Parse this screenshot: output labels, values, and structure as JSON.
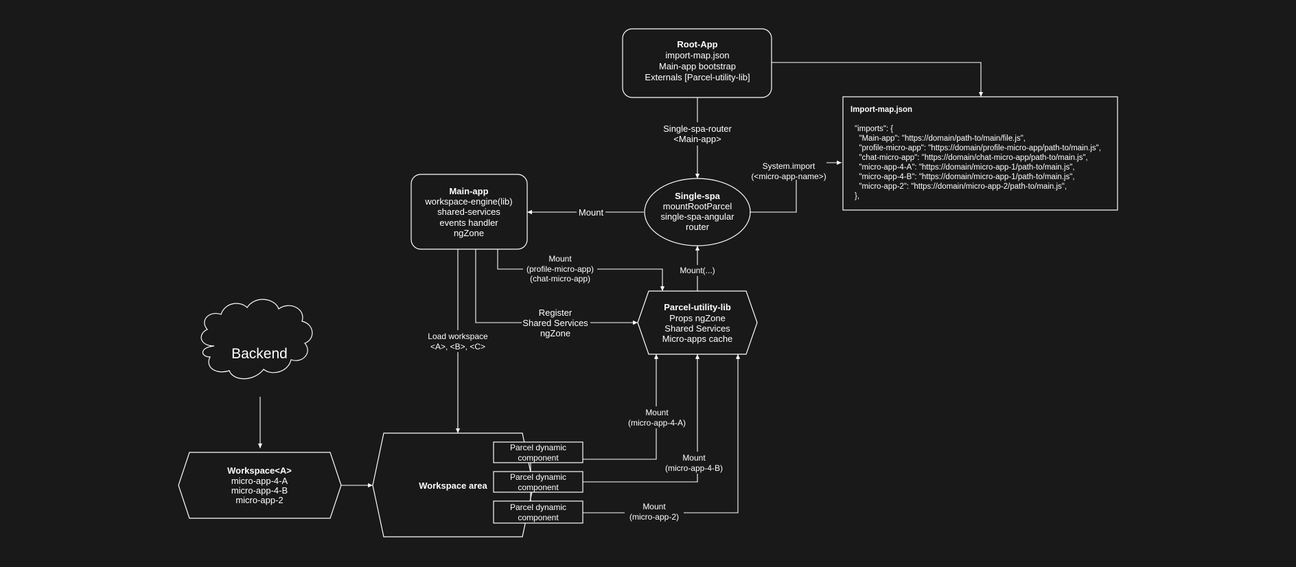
{
  "root_app": {
    "title": "Root-App",
    "lines": [
      "import-map.json",
      "Main-app bootstrap",
      "Externals [Parcel-utility-lib]"
    ]
  },
  "import_map": {
    "title": "Import-map.json",
    "lines": [
      "\"imports\": {",
      "  \"Main-app\": \"https://domain/path-to/main/file.js\",",
      "  \"profile-micro-app\": \"https://domain/profile-micro-app/path-to/main.js\",",
      "  \"chat-micro-app\": \"https://domain/chat-micro-app/path-to/main.js\",",
      "  \"micro-app-4-A\": \"https://domain/micro-app-1/path-to/main.js\",",
      "  \"micro-app-4-B\": \"https://domain/micro-app-1/path-to/main.js\",",
      "  \"micro-app-2\": \"https://domain/micro-app-2/path-to/main.js\",",
      "},"
    ]
  },
  "single_spa": {
    "title": "Single-spa",
    "lines": [
      "mountRootParcel",
      "single-spa-angular",
      "router"
    ]
  },
  "main_app": {
    "title": "Main-app",
    "lines": [
      "workspace-engine(lib)",
      "shared-services",
      "events handler",
      "ngZone"
    ]
  },
  "parcel_lib": {
    "title": "Parcel-utility-lib",
    "lines": [
      "Props ngZone",
      "Shared Services",
      "Micro-apps cache"
    ]
  },
  "backend": {
    "label": "Backend"
  },
  "workspace_a": {
    "title": "Workspace<A>",
    "lines": [
      "micro-app-4-A",
      "micro-app-4-B",
      "micro-app-2"
    ]
  },
  "workspace_area": {
    "label": "Workspace area"
  },
  "parcel_components": [
    {
      "lines": [
        "Parcel dynamic",
        "component"
      ]
    },
    {
      "lines": [
        "Parcel dynamic",
        "component"
      ]
    },
    {
      "lines": [
        "Parcel dynamic",
        "component"
      ]
    }
  ],
  "edge_labels": {
    "router": [
      "Single-spa-router",
      "<Main-app>"
    ],
    "system_import": [
      "System.import",
      "(<micro-app-name>)"
    ],
    "mount_main": [
      "Mount"
    ],
    "mount_profile": [
      "Mount",
      "(profile-micro-app)",
      "(chat-micro-app)"
    ],
    "mount_up": [
      "Mount(...)"
    ],
    "register": [
      "Register",
      "Shared Services",
      "ngZone"
    ],
    "load_workspace": [
      "Load workspace",
      "<A>, <B>, <C>"
    ],
    "mount_4a": [
      "Mount",
      "(micro-app-4-A)"
    ],
    "mount_4b": [
      "Mount",
      "(micro-app-4-B)"
    ],
    "mount_2": [
      "Mount",
      "(micro-app-2)"
    ]
  },
  "colors": {
    "background": "#191919",
    "stroke": "#ffffff",
    "text": "#ffffff"
  }
}
